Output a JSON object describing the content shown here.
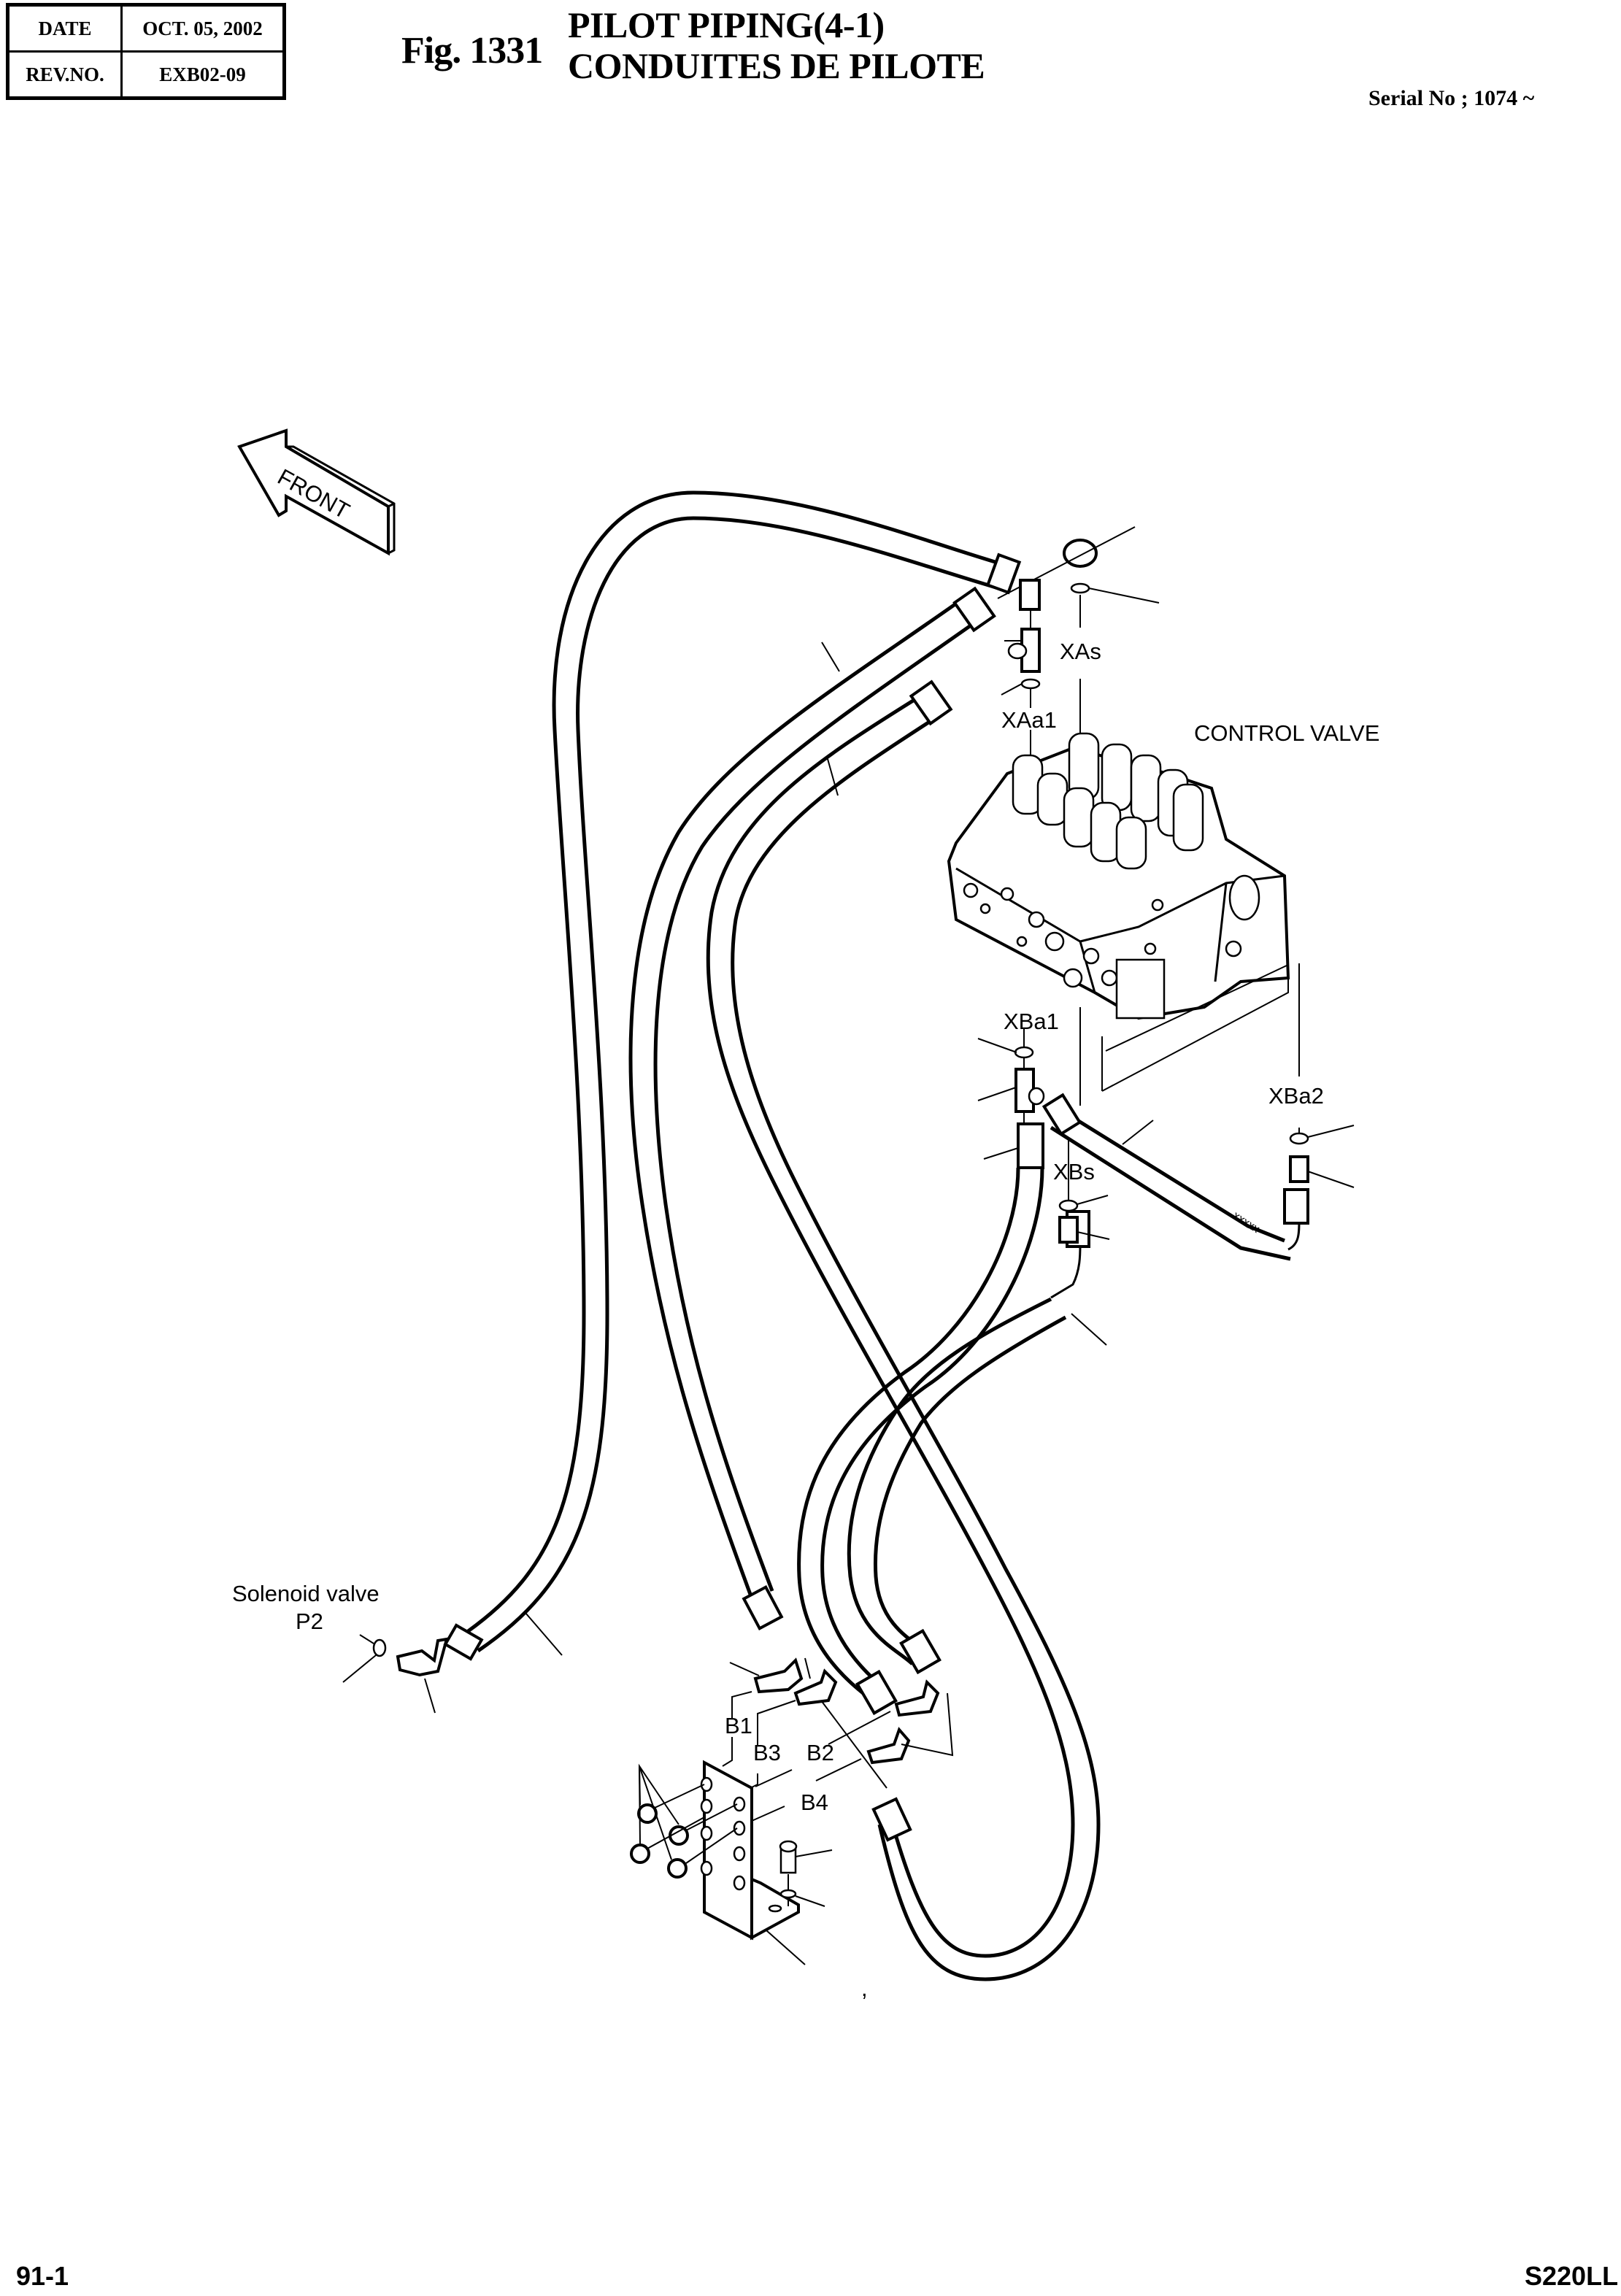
{
  "header": {
    "date_label": "DATE",
    "date_value": "OCT. 05, 2002",
    "rev_label": "REV.NO.",
    "rev_value": "EXB02-09",
    "figure_number": "Fig. 1331",
    "title_en": "PILOT PIPING(4-1)",
    "title_fr": "CONDUITES DE PILOTE",
    "serial": "Serial No ; 1074 ~"
  },
  "diagram": {
    "direction_arrow": "FRONT",
    "component_label": "CONTROL VALVE",
    "port_labels": {
      "xas": "XAs",
      "xaa1": "XAa1",
      "xba1": "XBa1",
      "xba2": "XBa2",
      "xbs": "XBs",
      "b1": "B1",
      "b2": "B2",
      "b3": "B3",
      "b4": "B4"
    },
    "solenoid_label_line1": "Solenoid valve",
    "solenoid_label_line2": "P2",
    "stray_mark": ","
  },
  "footer": {
    "page_number": "91-1",
    "model": "S220LL"
  }
}
